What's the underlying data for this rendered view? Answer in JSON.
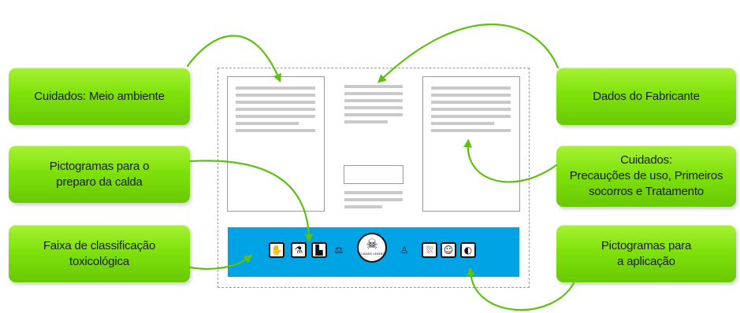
{
  "callouts": {
    "meio_ambiente": [
      "Cuidados: Meio ambiente"
    ],
    "pictogramas_preparo": [
      "Pictogramas para o",
      "preparo da calda"
    ],
    "faixa": [
      "Faixa de classificação",
      "toxicológica"
    ],
    "dados_fabricante": [
      "Dados do Fabricante"
    ],
    "cuidados_precaucoes": [
      "Cuidados:",
      "Precauções de uso, Primeiros",
      "socorros e Tratamento"
    ],
    "pictogramas_aplicacao": [
      "Pictogramas para",
      "a aplicação"
    ]
  },
  "label": {
    "skull_text": "CUIDADO VENENO",
    "skull_icon": "skull-crossbones-icon",
    "preparo_icons": [
      "gloves-icon",
      "mixing-icon",
      "boots-icon",
      "measuring-icon"
    ],
    "aplicacao_icons": [
      "protective-suit-icon",
      "sprayer-icon",
      "mask-icon",
      "face-shield-icon"
    ]
  },
  "colors": {
    "callout_green": "#7fe20a",
    "band_blue": "#00a3e4",
    "arrow_green": "#5cc10f",
    "text_line_gray": "#c9c9c9"
  }
}
